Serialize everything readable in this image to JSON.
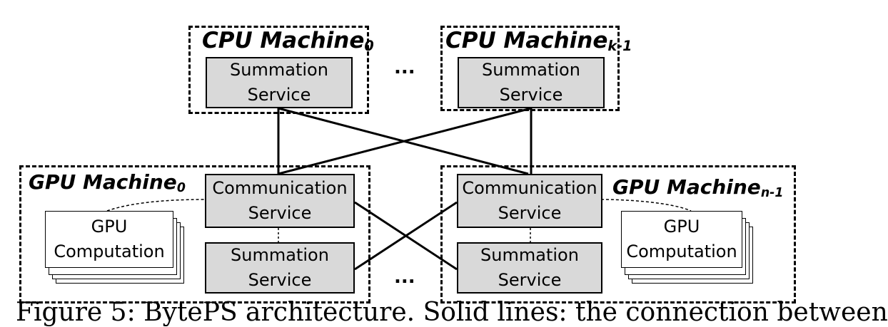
{
  "cpu_machines": [
    {
      "name": "CPU Machine",
      "sub": "0",
      "service": [
        "Summation",
        "Service"
      ]
    },
    {
      "name": "CPU Machine",
      "sub": "k-1",
      "service": [
        "Summation",
        "Service"
      ]
    }
  ],
  "gpu_machines": [
    {
      "name": "GPU Machine",
      "sub": "0",
      "comm": [
        "Communication",
        "Service"
      ],
      "summ": [
        "Summation",
        "Service"
      ],
      "gpu": [
        "GPU",
        "Computation"
      ]
    },
    {
      "name": "GPU Machine",
      "sub": "n-1",
      "comm": [
        "Communication",
        "Service"
      ],
      "summ": [
        "Summation",
        "Service"
      ],
      "gpu": [
        "GPU",
        "Computation"
      ]
    }
  ],
  "ellipsis": "...",
  "caption": "Figure 5: BytePS architecture. Solid lines: the connection between"
}
